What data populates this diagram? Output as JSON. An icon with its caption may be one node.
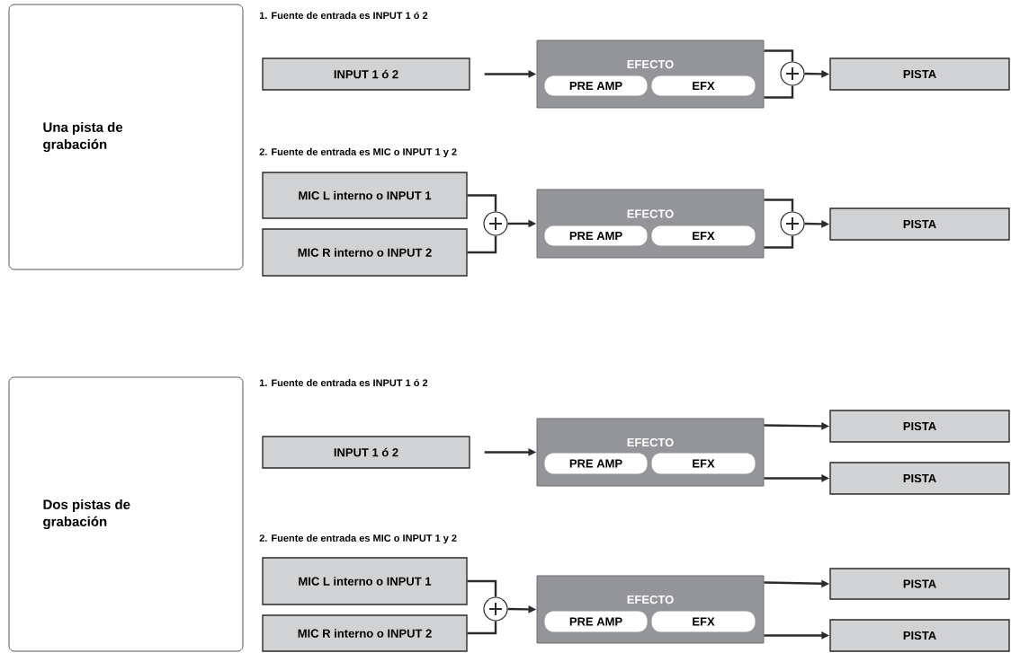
{
  "diagram": {
    "nodes": [
      {
        "text": [
          "Una pista de grabación"
        ]
      },
      {
        "text": [
          "INPUT 1 ó 2"
        ]
      },
      {
        "text": [
          "EFECTO"
        ]
      },
      {
        "text": [
          "PRE AMP"
        ],
        "in": 2
      },
      {
        "text": [
          "EFX"
        ],
        "in": 2
      },
      {
        "text": [],
        "shape": "circle"
      },
      {
        "text": [
          "PISTA"
        ]
      },
      {
        "text": [
          "MIC L interno o INPUT 1"
        ]
      },
      {
        "text": [
          "MIC R interno o INPUT 2"
        ]
      },
      {
        "text": [],
        "shape": "circle"
      },
      {
        "text": [
          "EFECTO"
        ]
      },
      {
        "text": [
          "PRE AMP"
        ],
        "in": 10
      },
      {
        "text": [
          "EFX"
        ],
        "in": 10
      },
      {
        "text": [],
        "shape": "circle"
      },
      {
        "text": [
          "PISTA"
        ]
      },
      {
        "text": [
          "Dos pistas de grabación"
        ]
      },
      {
        "text": [
          "INPUT 1 ó 2"
        ]
      },
      {
        "text": [
          "EFECTO"
        ]
      },
      {
        "text": [
          "PRE AMP"
        ],
        "in": 17
      },
      {
        "text": [
          "EFX"
        ],
        "in": 17
      },
      {
        "text": [
          "PISTA"
        ]
      },
      {
        "text": [
          "PISTA"
        ]
      },
      {
        "text": [
          "MIC L interno o INPUT 1"
        ]
      },
      {
        "text": [
          "MIC R interno o INPUT 2"
        ]
      },
      {
        "text": [],
        "shape": "circle"
      },
      {
        "text": [
          "EFECTO"
        ]
      },
      {
        "text": [
          "PRE AMP"
        ],
        "in": 25
      },
      {
        "text": [
          "EFX"
        ],
        "in": 25
      },
      {
        "text": [
          "PISTA"
        ]
      },
      {
        "text": [
          "PISTA"
        ]
      }
    ],
    "edges": [
      {
        "from": 1,
        "to": 2,
        "arrow": "to"
      },
      {
        "from": 2,
        "to": 5,
        "arrow": "none"
      },
      {
        "from": 2,
        "to": 5,
        "arrow": "none"
      },
      {
        "from": 5,
        "to": 6,
        "arrow": "to"
      },
      {
        "from": 7,
        "to": 9,
        "arrow": "none"
      },
      {
        "from": 8,
        "to": 9,
        "arrow": "none"
      },
      {
        "from": 9,
        "to": 10,
        "arrow": "to"
      },
      {
        "from": 10,
        "to": 13,
        "arrow": "none"
      },
      {
        "from": 10,
        "to": 13,
        "arrow": "none"
      },
      {
        "from": 13,
        "to": 14,
        "arrow": "to"
      },
      {
        "from": 16,
        "to": 17,
        "arrow": "to"
      },
      {
        "from": 17,
        "to": 20,
        "arrow": "to"
      },
      {
        "from": 17,
        "to": 21,
        "arrow": "to"
      },
      {
        "from": 22,
        "to": 24,
        "arrow": "none"
      },
      {
        "from": 23,
        "to": 24,
        "arrow": "none"
      },
      {
        "from": 24,
        "to": 25,
        "arrow": "to"
      },
      {
        "from": 25,
        "to": 28,
        "arrow": "to"
      },
      {
        "from": 25,
        "to": 29,
        "arrow": "to"
      }
    ],
    "labels": [
      "1. Fuente de entrada es INPUT 1 ó 2",
      "2. Fuente de entrada es MIC o INPUT 1 y 2",
      "1. Fuente de entrada es INPUT 1 ó 2",
      "2. Fuente de entrada es MIC o INPUT 1 y 2"
    ]
  }
}
